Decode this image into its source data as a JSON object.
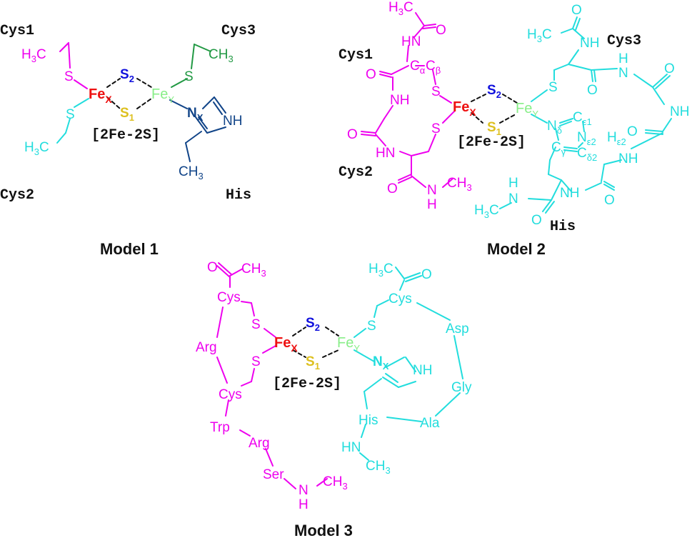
{
  "colors": {
    "magenta": "#ee00ee",
    "cyan": "#22dddd",
    "red": "#ee1111",
    "blue": "#1111dd",
    "yellow": "#ddc020",
    "lightgreen": "#88ee88",
    "green": "#229944",
    "darkblue": "#114488",
    "black": "#111111"
  },
  "model1": {
    "caption": "Model 1",
    "cys1": "Cys1",
    "cys2": "Cys2",
    "cys3": "Cys3",
    "his": "His",
    "cluster": "[2Fe-2S]",
    "fex": "Fe",
    "fex_sub": "X",
    "fey": "Fe",
    "fey_sub": "Y",
    "s1": "S",
    "s1_sub": "1",
    "s2": "S",
    "s2_sub": "2",
    "s": "S",
    "h3c": "H",
    "h3c_3": "3",
    "h3c_c": "C",
    "ch3": "CH",
    "ch3_3": "3",
    "nx": "N",
    "nx_sub": "X",
    "nh": "NH"
  },
  "model2": {
    "caption": "Model 2",
    "cys1": "Cys1",
    "cys2": "Cys2",
    "cys3": "Cys3",
    "his": "His",
    "cluster": "[2Fe-2S]",
    "fex": "Fe",
    "fex_sub": "X",
    "fey": "Fe",
    "fey_sub": "Y",
    "s1": "S",
    "s1_sub": "1",
    "s2": "S",
    "s2_sub": "2",
    "s": "S",
    "o": "O",
    "nh": "NH",
    "hn": "HN",
    "n": "N",
    "h": "H",
    "h3c": "H",
    "h3c_3": "3",
    "h3c_c": "C",
    "ch3": "CH",
    "ch3_3": "3",
    "c": "C",
    "alpha": "α",
    "beta": "β",
    "ndelta_sub": "δ",
    "ce1_sub": "ε1",
    "ne2_sub": "ε2",
    "he2_sub": "ε2",
    "cgamma_sub": "γ",
    "cd2_sub": "δ2"
  },
  "model3": {
    "caption": "Model 3",
    "cluster": "[2Fe-2S]",
    "fex": "Fe",
    "fex_sub": "X",
    "fey": "Fe",
    "fey_sub": "Y",
    "s1": "S",
    "s1_sub": "1",
    "s2": "S",
    "s2_sub": "2",
    "s": "S",
    "o": "O",
    "cys": "Cys",
    "arg": "Arg",
    "trp": "Trp",
    "ser": "Ser",
    "asp": "Asp",
    "gly": "Gly",
    "his": "His",
    "ala": "Ala",
    "nh": "NH",
    "hn": "HN",
    "n": "N",
    "h": "H",
    "h3c": "H",
    "h3c_3": "3",
    "h3c_c": "C",
    "ch3": "CH",
    "ch3_3": "3",
    "nx": "N",
    "nx_sub": "X"
  }
}
